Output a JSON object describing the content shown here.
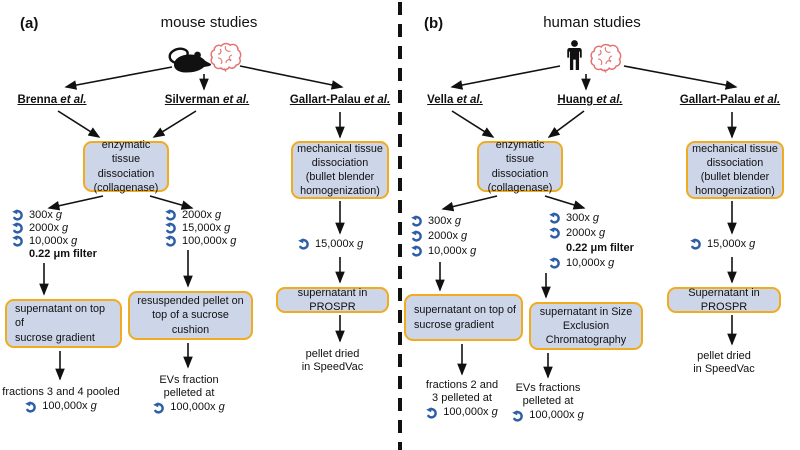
{
  "colors": {
    "box_fill": "#cdd5e9",
    "box_border": "#f0ab1e",
    "spin_icon": "#2d5fa6",
    "brain": "#e57373",
    "ink": "#111111"
  },
  "panel_a": {
    "label": "(a)",
    "title": "mouse studies",
    "enzymatic_box": [
      "enzymatic tissue",
      "dissociation",
      "(collagenase)"
    ],
    "mechanical_box": [
      "mechanical tissue",
      "dissociation",
      "(bullet blender",
      "homogenization)"
    ],
    "col1": {
      "study": "Brenna",
      "etal": "et al.",
      "spins": [
        {
          "v": "300x",
          "u": "g"
        },
        {
          "v": "2000x",
          "u": "g"
        },
        {
          "v": "10,000x",
          "u": "g"
        }
      ],
      "filter": "0.22 μm filter",
      "box": [
        "supernatant on top of",
        "sucrose gradient"
      ],
      "result": [
        "fractions 3 and 4 pooled"
      ],
      "final_spin": {
        "v": "100,000x",
        "u": "g"
      }
    },
    "col2": {
      "study": "Silverman",
      "etal": "et al.",
      "spins": [
        {
          "v": "2000x",
          "u": "g"
        },
        {
          "v": "15,000x",
          "u": "g"
        },
        {
          "v": "100,000x",
          "u": "g"
        }
      ],
      "box": [
        "resuspended pellet on",
        "top of a sucrose cushion"
      ],
      "result": [
        "EVs fraction",
        "pelleted at"
      ],
      "final_spin": {
        "v": "100,000x",
        "u": "g"
      }
    },
    "col3": {
      "study": "Gallart-Palau",
      "etal": "et al.",
      "mid_spin": {
        "v": "15,000x",
        "u": "g"
      },
      "box": [
        "supernatant in PROSPR"
      ],
      "result": [
        "pellet dried",
        "in SpeedVac"
      ]
    }
  },
  "panel_b": {
    "label": "(b)",
    "title": "human studies",
    "enzymatic_box": [
      "enzymatic tissue",
      "dissociation",
      "(collagenase)"
    ],
    "mechanical_box": [
      "mechanical tissue",
      "dissociation",
      "(bullet blender",
      "homogenization)"
    ],
    "col1": {
      "study": "Vella",
      "etal": "et al.",
      "spins": [
        {
          "v": "300x",
          "u": "g"
        },
        {
          "v": "2000x",
          "u": "g"
        },
        {
          "v": "10,000x",
          "u": "g"
        }
      ],
      "box": [
        "supernatant on top of",
        "sucrose gradient"
      ],
      "result": [
        "fractions 2 and",
        "3 pelleted at"
      ],
      "final_spin": {
        "v": "100,000x",
        "u": "g"
      }
    },
    "col2": {
      "study": "Huang",
      "etal": "et al.",
      "spins_before": [
        {
          "v": "300x",
          "u": "g"
        },
        {
          "v": "2000x",
          "u": "g"
        }
      ],
      "filter": "0.22 μm filter",
      "spins_after": [
        {
          "v": "10,000x",
          "u": "g"
        }
      ],
      "box": [
        "supernatant in Size",
        "Exclusion",
        "Chromatography"
      ],
      "result": [
        "EVs fractions",
        "pelleted at"
      ],
      "final_spin": {
        "v": "100,000x",
        "u": "g"
      }
    },
    "col3": {
      "study": "Gallart-Palau",
      "etal": "et al.",
      "mid_spin": {
        "v": "15,000x",
        "u": "g"
      },
      "box": [
        "Supernatant in PROSPR"
      ],
      "result": [
        "pellet dried",
        "in SpeedVac"
      ]
    }
  }
}
